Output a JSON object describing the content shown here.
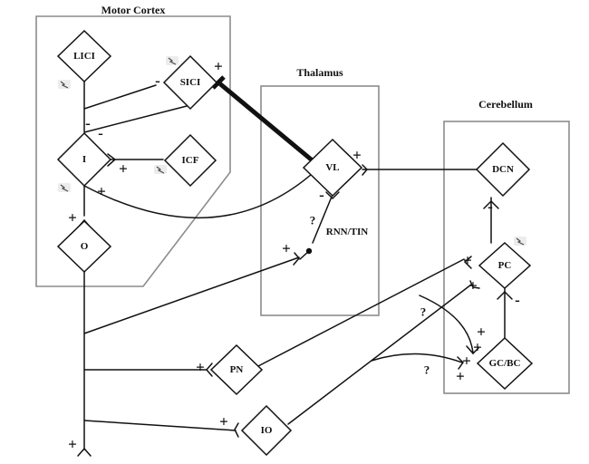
{
  "regions": {
    "motor_cortex": "Motor Cortex",
    "thalamus": "Thalamus",
    "cerebellum": "Cerebellum"
  },
  "nodes": {
    "lici": "LICI",
    "sici": "SICI",
    "i": "I",
    "icf": "ICF",
    "o": "O",
    "vl": "VL",
    "rnn_tin": "RNN/TIN",
    "dcn": "DCN",
    "pc": "PC",
    "gc_bc": "GC/BC",
    "pn": "PN",
    "io": "IO"
  },
  "signs": {
    "plus": "+",
    "minus": "-",
    "question": "?"
  },
  "icons": [
    "lightning-stimulus-icon"
  ]
}
